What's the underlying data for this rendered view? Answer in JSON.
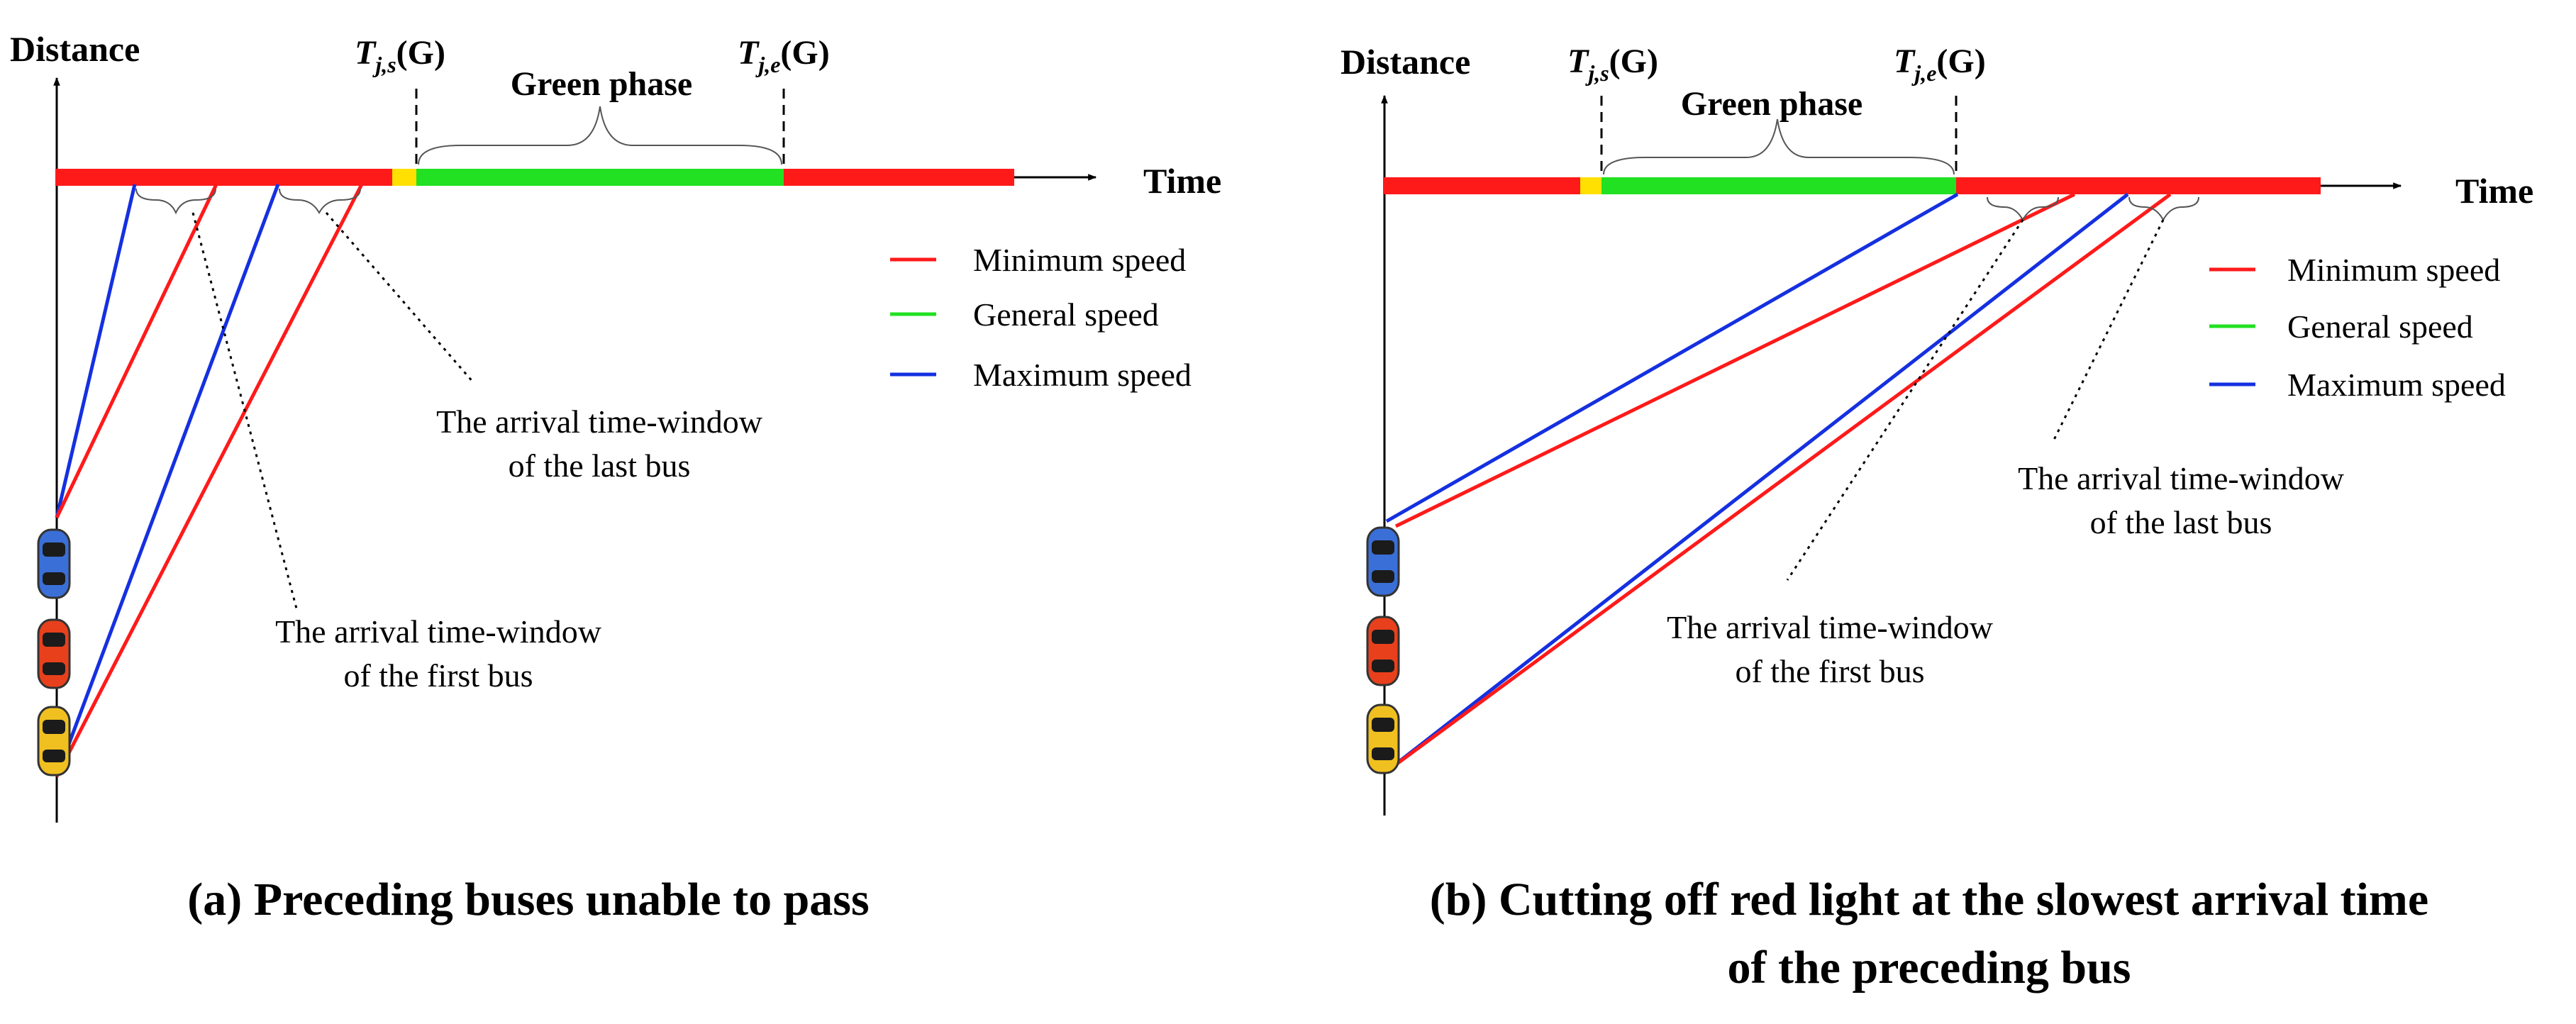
{
  "colors": {
    "minimum": "#ff1a1a",
    "general": "#22e022",
    "maximum": "#1530e0",
    "red_light": "#ff1a1a",
    "yellow_light": "#ffe000",
    "green_light": "#22e022",
    "bus_blue": "#3a6fd8",
    "bus_red": "#e8401c",
    "bus_yellow": "#f0c020"
  },
  "icons": [
    "arrow-right-icon",
    "arrow-up-icon",
    "bus-icon"
  ],
  "panels": [
    {
      "id": "a",
      "distance_label": "Distance",
      "time_label": "Time",
      "ts_label": {
        "T": "T",
        "sub": "j,s",
        "arg": "(G)"
      },
      "te_label": {
        "T": "T",
        "sub": "j,e",
        "arg": "(G)"
      },
      "green_phase_label": "Green phase",
      "legend": [
        {
          "label": "Minimum speed",
          "color": "#ff1a1a"
        },
        {
          "label": "General speed",
          "color": "#22e022"
        },
        {
          "label": "Maximum speed",
          "color": "#1530e0"
        }
      ],
      "note_last_bus": [
        "The arrival time-window",
        "of the last bus"
      ],
      "note_first_bus": [
        "The arrival time-window",
        "of the first bus"
      ],
      "caption": [
        "(a) Preceding buses unable to pass"
      ]
    },
    {
      "id": "b",
      "distance_label": "Distance",
      "time_label": "Time",
      "ts_label": {
        "T": "T",
        "sub": "j,s",
        "arg": "(G)"
      },
      "te_label": {
        "T": "T",
        "sub": "j,e",
        "arg": "(G)"
      },
      "green_phase_label": "Green phase",
      "legend": [
        {
          "label": "Minimum speed",
          "color": "#ff1a1a"
        },
        {
          "label": "General speed",
          "color": "#22e022"
        },
        {
          "label": "Maximum speed",
          "color": "#1530e0"
        }
      ],
      "note_last_bus": [
        "The arrival time-window",
        "of the last bus"
      ],
      "note_first_bus": [
        "The arrival time-window",
        "of the first bus"
      ],
      "caption": [
        "(b) Cutting off red light at the slowest arrival time",
        "of the preceding bus"
      ]
    }
  ]
}
